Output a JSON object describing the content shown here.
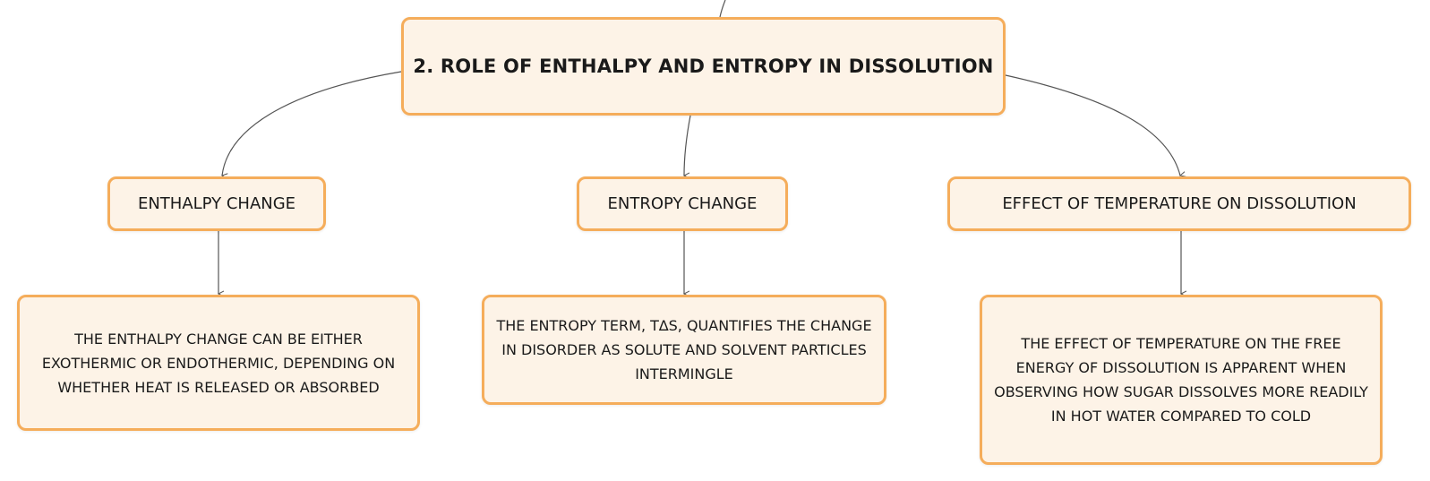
{
  "root": {
    "label": "2. ROLE OF ENTHALPY AND ENTROPY IN DISSOLUTION"
  },
  "branches": [
    {
      "label": "ENTHALPY CHANGE",
      "detail": "THE ENTHALPY CHANGE CAN BE EITHER EXOTHERMIC OR ENDOTHERMIC, DEPENDING ON WHETHER HEAT IS RELEASED OR ABSORBED"
    },
    {
      "label": "ENTROPY CHANGE",
      "detail": "THE ENTROPY TERM, T∆S, QUANTIFIES THE CHANGE IN DISORDER AS SOLUTE AND SOLVENT PARTICLES INTERMINGLE"
    },
    {
      "label": "EFFECT OF TEMPERATURE ON DISSOLUTION",
      "detail": "THE EFFECT OF TEMPERATURE ON THE FREE ENERGY OF DISSOLUTION IS APPARENT WHEN OBSERVING HOW SUGAR DISSOLVES MORE READILY IN HOT WATER COMPARED TO COLD"
    }
  ],
  "colors": {
    "node_fill": "#fdf3e7",
    "node_border": "#f5ad5b",
    "connector": "#555555"
  }
}
